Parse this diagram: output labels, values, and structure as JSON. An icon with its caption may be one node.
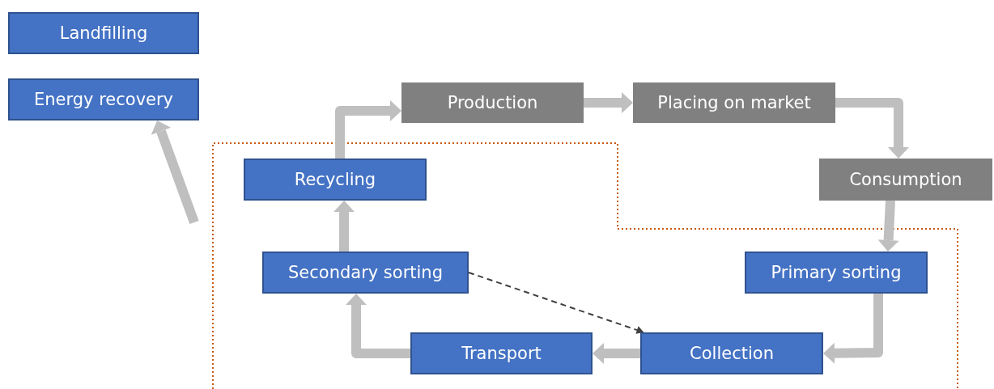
{
  "diagram": {
    "nodes": [
      {
        "text": [
          "Landfilling"
        ]
      },
      {
        "text": [
          "Energy recovery"
        ]
      },
      {
        "text": [
          "Production"
        ]
      },
      {
        "text": [
          "Placing on market"
        ]
      },
      {
        "text": [
          "Consumption"
        ]
      },
      {
        "text": [
          "Recycling"
        ]
      },
      {
        "text": [
          "Secondary sorting"
        ]
      },
      {
        "text": [
          "Primary sorting"
        ]
      },
      {
        "text": [
          "Transport"
        ]
      },
      {
        "text": [
          "Collection"
        ]
      }
    ],
    "edges": [
      {
        "from": 5,
        "to": 2,
        "arrow": "to"
      },
      {
        "from": 2,
        "to": 3,
        "arrow": "to"
      },
      {
        "from": 3,
        "to": 4,
        "arrow": "to"
      },
      {
        "from": 4,
        "to": 7,
        "arrow": "to"
      },
      {
        "from": 7,
        "to": 9,
        "arrow": "to"
      },
      {
        "from": 9,
        "to": 8,
        "arrow": "to"
      },
      {
        "from": 8,
        "to": 6,
        "arrow": "to"
      },
      {
        "from": 6,
        "to": 5,
        "arrow": "to"
      },
      {
        "from": 6,
        "to": 9,
        "arrow": "to",
        "style": "dashed",
        "color": "#404040"
      },
      {
        "from": null,
        "to": 1,
        "arrow": "to"
      }
    ]
  }
}
